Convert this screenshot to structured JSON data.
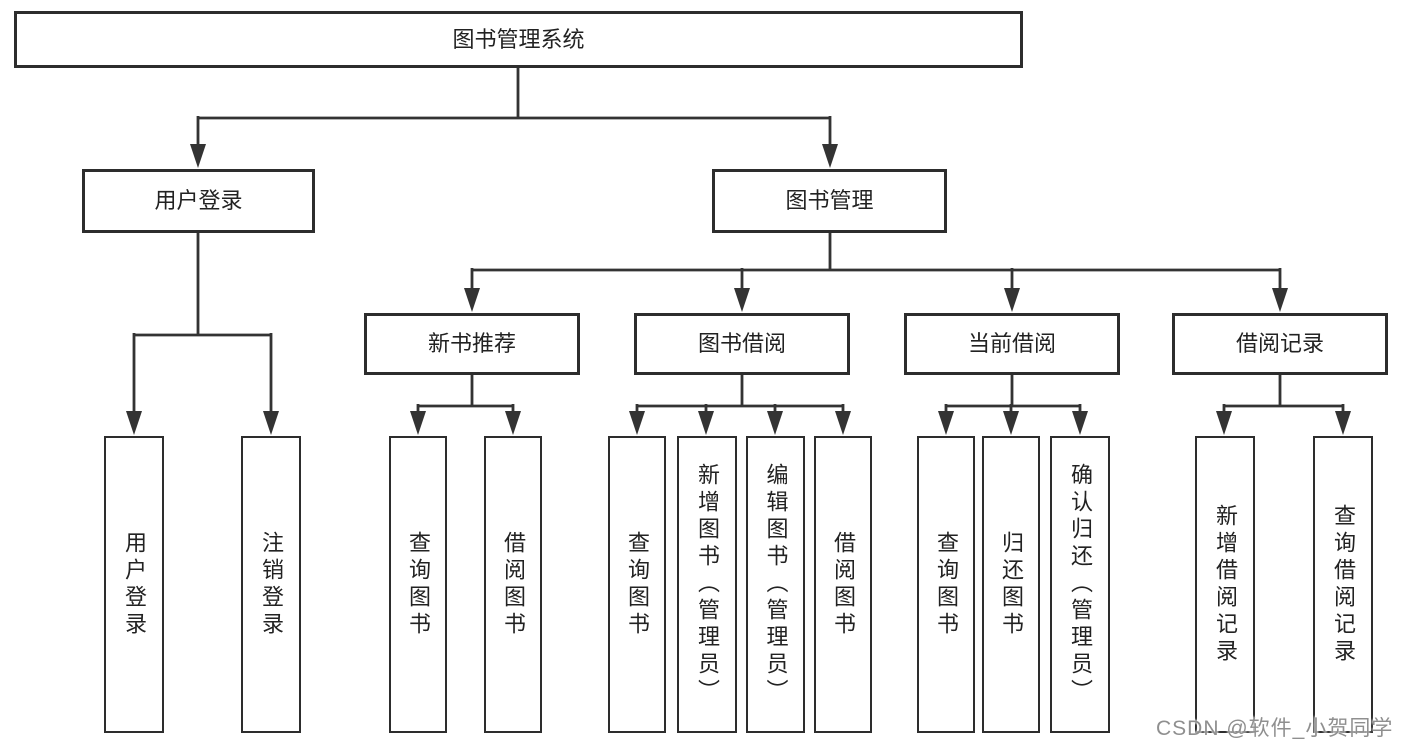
{
  "diagram": {
    "nodes": {
      "root": {
        "label": "图书管理系统"
      },
      "user_login": {
        "label": "用户登录"
      },
      "book_mgmt": {
        "label": "图书管理"
      },
      "new_book_rec": {
        "label": "新书推荐"
      },
      "book_borrow": {
        "label": "图书借阅"
      },
      "current_borrow": {
        "label": "当前借阅"
      },
      "borrow_record": {
        "label": "借阅记录"
      },
      "leaf_user_login": {
        "label": "用户登录"
      },
      "leaf_logout": {
        "label": "注销登录"
      },
      "rec_query_book": {
        "label": "查询图书"
      },
      "rec_borrow_book": {
        "label": "借阅图书"
      },
      "bb_query_book": {
        "label": "查询图书"
      },
      "bb_add_book": {
        "label": "新增图书（管理员）"
      },
      "bb_edit_book": {
        "label": "编辑图书（管理员）"
      },
      "bb_borrow_book": {
        "label": "借阅图书"
      },
      "cb_query_book": {
        "label": "查询图书"
      },
      "cb_return_book": {
        "label": "归还图书"
      },
      "cb_confirm_return": {
        "label": "确认归还（管理员）"
      },
      "br_add_record": {
        "label": "新增借阅记录"
      },
      "br_query_record": {
        "label": "查询借阅记录"
      }
    },
    "hierarchy": {
      "图书管理系统": {
        "用户登录": [
          "用户登录",
          "注销登录"
        ],
        "图书管理": {
          "新书推荐": [
            "查询图书",
            "借阅图书"
          ],
          "图书借阅": [
            "查询图书",
            "新增图书（管理员）",
            "编辑图书（管理员）",
            "借阅图书"
          ],
          "当前借阅": [
            "查询图书",
            "归还图书",
            "确认归还（管理员）"
          ],
          "借阅记录": [
            "新增借阅记录",
            "查询借阅记录"
          ]
        }
      }
    },
    "colors": {
      "line": "#333333",
      "box_border": "#2d2d2d",
      "text": "#222222",
      "background": "#ffffff",
      "watermark": "#8f8f8f"
    }
  },
  "watermark": {
    "text": "CSDN @软件_小贺同学"
  }
}
